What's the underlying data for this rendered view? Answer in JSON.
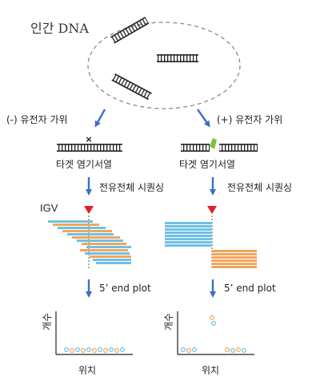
{
  "title": "인간 DNA",
  "left": {
    "condition": "(-) 유전자 가위",
    "target": "타겟 염기서열",
    "sequencing": "전유전체 시퀀싱",
    "plot": "5’ end plot",
    "ylabel": "개수",
    "xlabel": "위치"
  },
  "right": {
    "condition": "(+) 유전자 가위",
    "target": "타겟 염기서열",
    "sequencing": "전유전체 시퀀싱",
    "plot": "5’ end plot",
    "ylabel": "개수",
    "xlabel": "위치"
  },
  "igv_label": "IGV",
  "colors": {
    "arrow": "#3a6fc4",
    "read_blue": "#6ec0e6",
    "read_orange": "#f2a65a",
    "cut_marker": "#e02020",
    "scissors_green": "#7cc043",
    "dna": "#222222",
    "circle_dash": "#8a8a8a"
  }
}
